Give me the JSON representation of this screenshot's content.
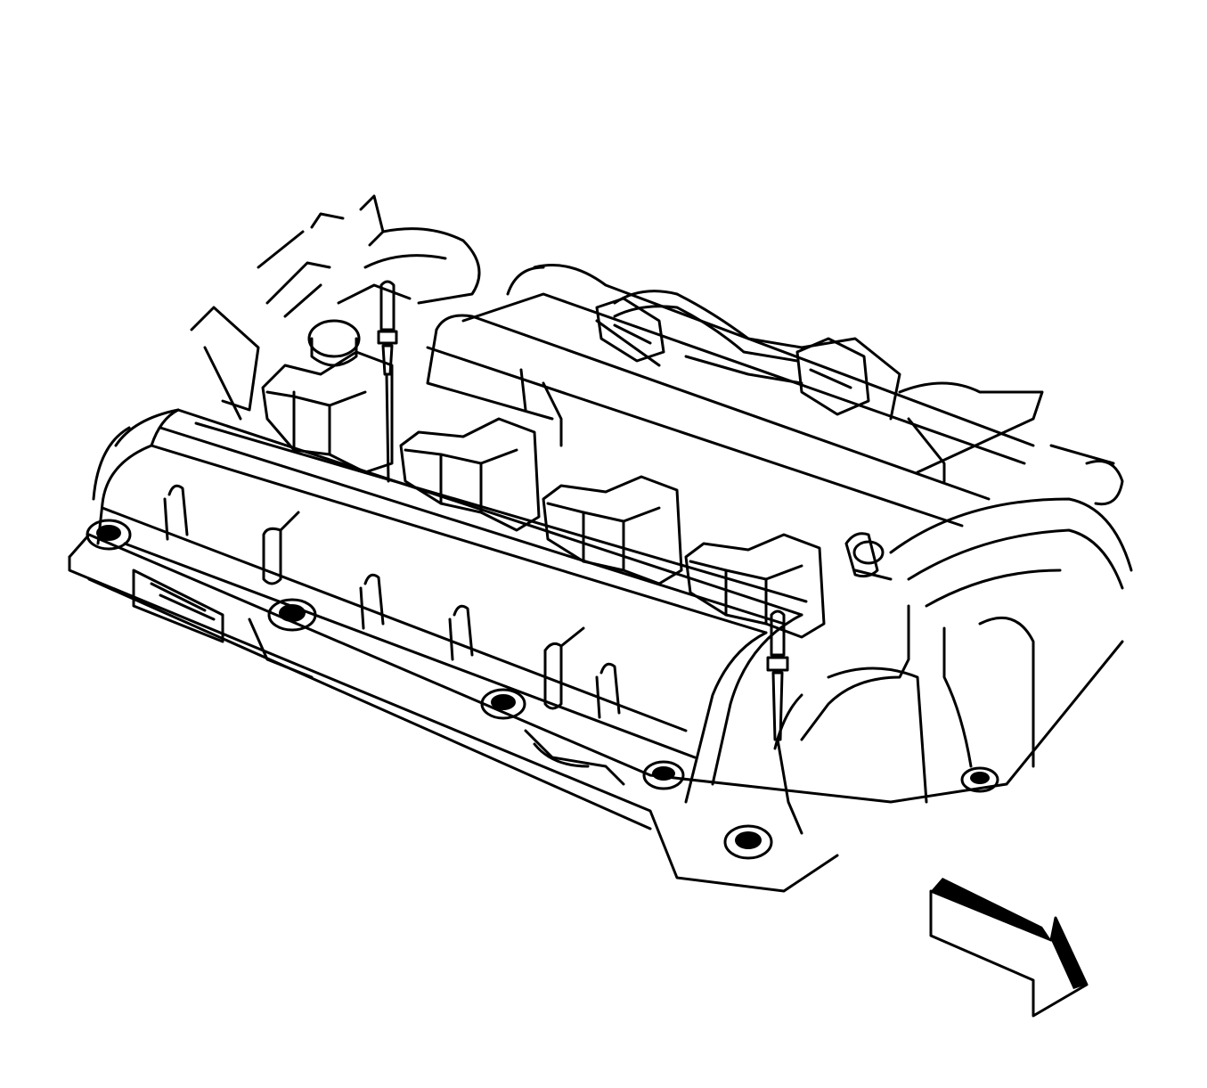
{
  "figure": {
    "subject": "engine-camshaft-cover-assembly",
    "style": "black-and-white technical line drawing",
    "colors": {
      "line": "#000000",
      "background": "#ffffff"
    },
    "view_indicator": {
      "icon": "direction-arrow-icon",
      "points": "down-right"
    }
  }
}
